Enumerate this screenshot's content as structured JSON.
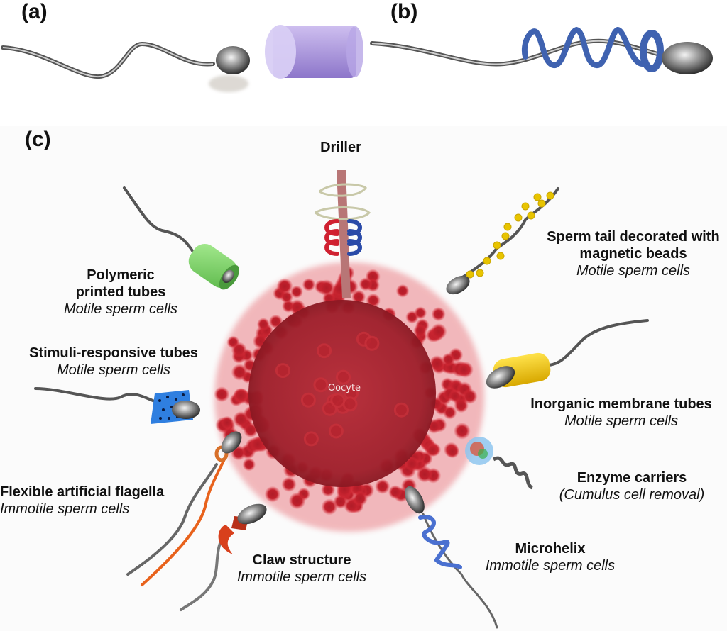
{
  "figure": {
    "panels": [
      {
        "id": "a",
        "label": "(a)"
      },
      {
        "id": "b",
        "label": "(b)"
      },
      {
        "id": "c",
        "label": "(c)"
      }
    ],
    "center": {
      "label": "Oocyte"
    },
    "colors": {
      "oocyte": "#a8202c",
      "cumulus": "#d0202c",
      "tube_purple": "#a48fd8",
      "helix_blue": "#3f62b0",
      "polymeric_green": "#7fd46a",
      "bead_yellow": "#e8c400",
      "inorganic_yellow": "#f2c812",
      "stimuli_blue": "#2f7fe0",
      "flagella_orange": "#e8621c",
      "claw_red": "#d8401c",
      "sperm_grey": "#6a6a6a"
    },
    "annotations": [
      {
        "id": "driller",
        "title": "Driller",
        "subtitle": ""
      },
      {
        "id": "polymeric",
        "title": "Polymeric printed tubes",
        "title_line1": "Polymeric",
        "title_line2": "printed tubes",
        "subtitle": "Motile sperm cells"
      },
      {
        "id": "magnetic",
        "title": "Sperm tail decorated with magnetic beads",
        "title_line1": "Sperm tail decorated with",
        "title_line2": "magnetic beads",
        "subtitle": "Motile sperm cells"
      },
      {
        "id": "stimuli",
        "title": "Stimuli-responsive tubes",
        "subtitle": "Motile sperm cells"
      },
      {
        "id": "inorganic",
        "title": "Inorganic membrane tubes",
        "subtitle": "Motile sperm cells"
      },
      {
        "id": "enzyme",
        "title": "Enzyme carriers",
        "subtitle": "(Cumulus cell removal)"
      },
      {
        "id": "flagella",
        "title": "Flexible artificial flagella",
        "subtitle": "Immotile sperm cells"
      },
      {
        "id": "claw",
        "title": "Claw structure",
        "subtitle": "Immotile sperm cells"
      },
      {
        "id": "microhelix",
        "title": "Microhelix",
        "subtitle": "Immotile sperm cells"
      }
    ]
  }
}
